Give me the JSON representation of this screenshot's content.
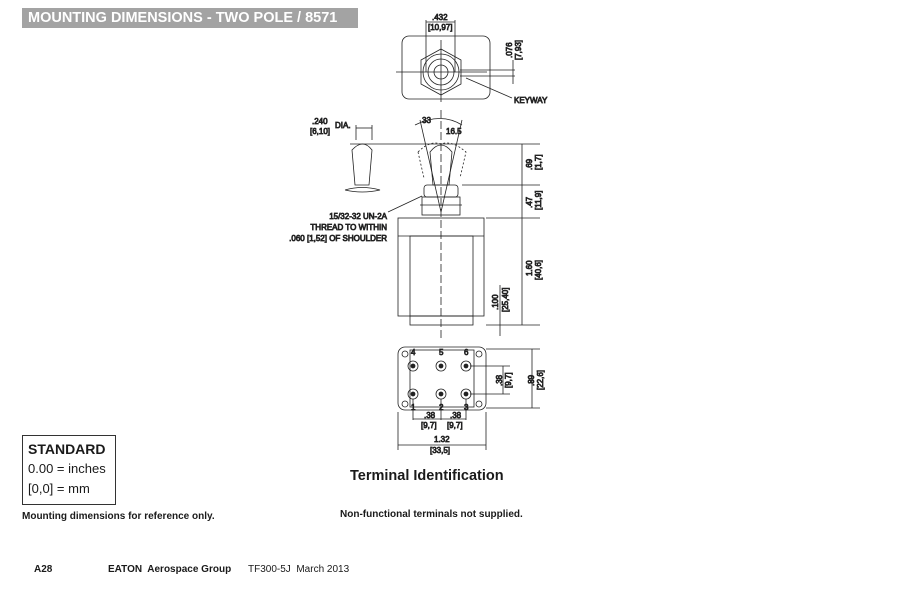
{
  "header": {
    "title": "MOUNTING DIMENSIONS - TWO POLE / 8571"
  },
  "top_view": {
    "width_in": ".432",
    "width_mm": "[10,97]",
    "offset_in": ".076",
    "offset_mm": "[7,93]",
    "keyway": "KEYWAY"
  },
  "lever": {
    "dia_in": ".240",
    "dia_mm": "[6,10]",
    "dia_label": "DIA.",
    "angle1": "33",
    "angle2": "16.5"
  },
  "side_view": {
    "h1_in": ".69",
    "h1_mm": "[1,7]",
    "h2_in": ".47",
    "h2_mm": "[11,9]",
    "h3_in": "1.60",
    "h3_mm": "[40,6]",
    "h4_in": ".100",
    "h4_mm": "[25,40]",
    "thread": [
      "15/32-32 UN-2A",
      "THREAD TO WITHIN",
      ".060 [1,52] OF SHOULDER"
    ]
  },
  "bottom_view": {
    "terminals_top": [
      "4",
      "5",
      "6"
    ],
    "terminals_bottom": [
      "1",
      "2",
      "3"
    ],
    "pitch_v_in": ".38",
    "pitch_v_mm": "[9,7]",
    "height_in": ".89",
    "height_mm": "[22,6]",
    "pitch_h1_in": ".38",
    "pitch_h1_mm": "[9,7]",
    "pitch_h2_in": ".38",
    "pitch_h2_mm": "[9,7]",
    "width_in": "1.32",
    "width_mm": "[33,5]"
  },
  "standard": {
    "title": "STANDARD",
    "line1": "0.00 = inches",
    "line2": "[0,0] = mm"
  },
  "notes": {
    "left": "Mounting dimensions for reference only.",
    "right": "Non-functional terminals not supplied.",
    "terminal_title": "Terminal Identification"
  },
  "footer": {
    "page": "A28",
    "company": "EATON  Aerospace Group",
    "doc": "TF300-5J  March 2013"
  }
}
